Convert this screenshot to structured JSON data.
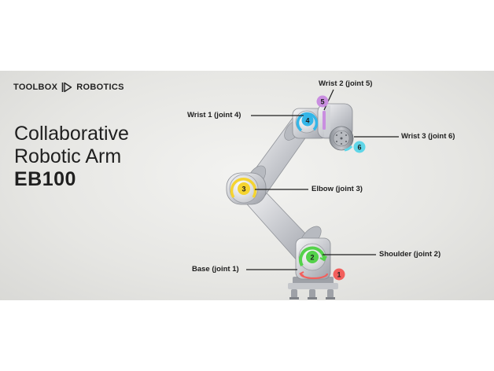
{
  "brand": {
    "left": "TOOLBOX",
    "right": "ROBOTICS",
    "logo_icon": "play-outline-icon"
  },
  "title": {
    "line1": "Collaborative",
    "line2": "Robotic Arm",
    "model": "EB100"
  },
  "joints": [
    {
      "number": "1",
      "label": "Base (joint 1)",
      "color": "#f25f5c"
    },
    {
      "number": "2",
      "label": "Shoulder (joint 2)",
      "color": "#54d24a"
    },
    {
      "number": "3",
      "label": "Elbow (joint 3)",
      "color": "#f5d430"
    },
    {
      "number": "4",
      "label": "Wrist 1 (joint 4)",
      "color": "#34b6e8"
    },
    {
      "number": "5",
      "label": "Wrist 2 (joint 5)",
      "color": "#c98ee0"
    },
    {
      "number": "6",
      "label": "Wrist 3 (joint 6)",
      "color": "#5fd6e8"
    }
  ]
}
